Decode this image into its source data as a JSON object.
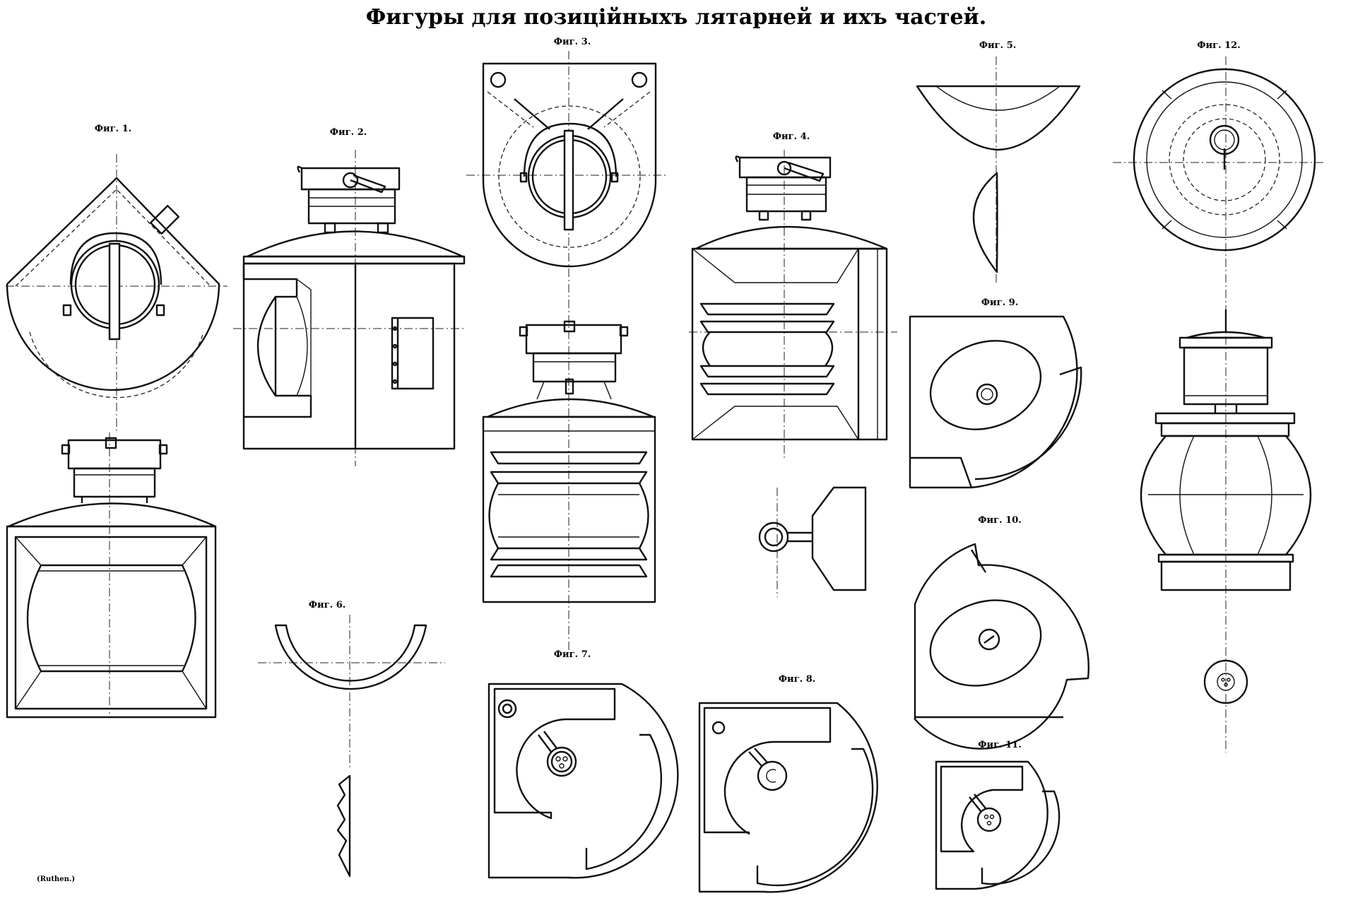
{
  "title": "Фигуры для позиційныхъ лятарней и ихъ частей.",
  "figures": {
    "f1": "Фиг. 1.",
    "f2": "Фиг. 2.",
    "f3": "Фиг. 3.",
    "f4": "Фиг. 4.",
    "f5": "Фиг. 5.",
    "f6": "Фиг. 6.",
    "f7": "Фиг. 7.",
    "f8": "Фиг. 8.",
    "f9": "Фиг. 9.",
    "f10": "Фиг. 10.",
    "f11": "Фиг. 11.",
    "f12": "Фиг. 12."
  },
  "credit": "(Ruthen.)",
  "colors": {
    "ink": "#111111",
    "paper": "#ffffff"
  }
}
